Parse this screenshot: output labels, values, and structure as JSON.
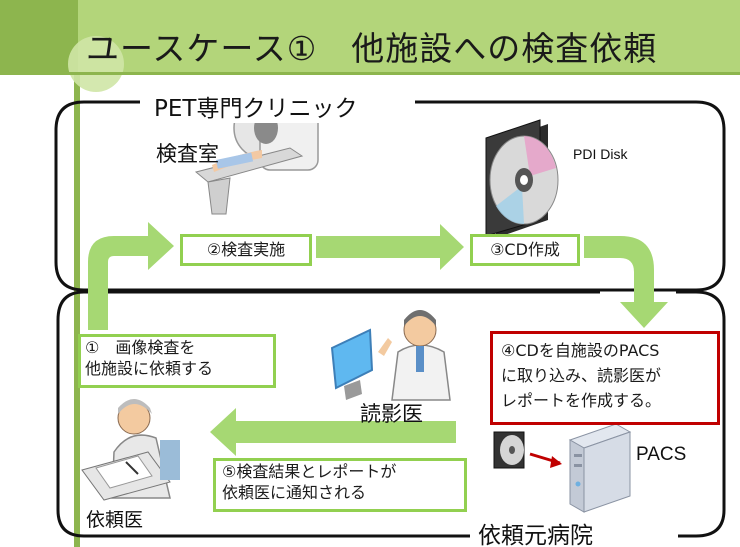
{
  "title": "ユースケース①　他施設への検査依頼",
  "clinic": {
    "label": "PET専門クリニック",
    "exam_room": "検査室",
    "disk_label": "PDI Disk",
    "step2": "②検査実施",
    "step3": "③CD作成"
  },
  "hospital": {
    "label": "依頼元病院",
    "step1_line1": "①　画像検査を",
    "step1_line2": "他施設に依頼する",
    "step4_line1": "④CDを自施設のPACS",
    "step4_line2": "に取り込み、読影医が",
    "step4_line3": "レポートを作成する。",
    "step5_line1": "⑤検査結果とレポートが",
    "step5_line2": "依頼医に通知される",
    "radiologist": "読影医",
    "requesting_doctor": "依頼医",
    "pacs": "PACS"
  },
  "colors": {
    "accent_green": "#92d050",
    "arrow_green": "#a6d873",
    "step4_border": "#c00000",
    "header_band": "#b3d57a",
    "left_strip": "#8db54e"
  }
}
